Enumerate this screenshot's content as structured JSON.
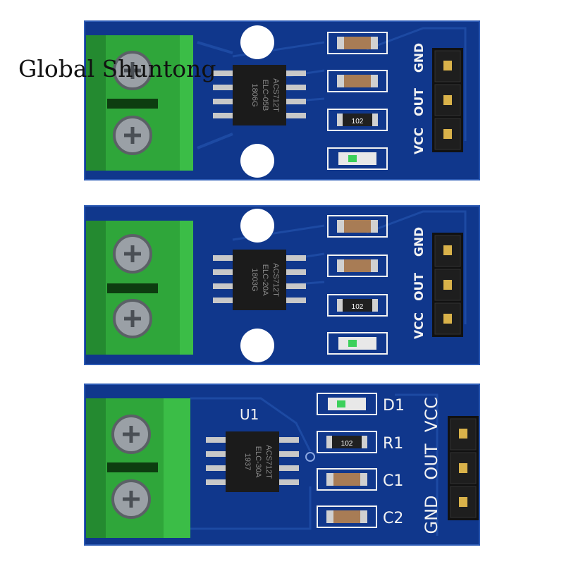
{
  "watermark": "Global Shuntong",
  "colors": {
    "pcb": "#10378c",
    "pcb_edge": "#2d5bb5",
    "trace": "#1d4aa3",
    "terminal": "#2fa63a",
    "terminal_dark": "#1f7c2a",
    "silk": "#f2f2f2",
    "chip": "#1b1b1b",
    "header": "#111111",
    "pin": "#d9b24a"
  },
  "boards": [
    {
      "chip": [
        "ACS712T",
        "ELC-05B",
        "1806G"
      ],
      "resistor": "102",
      "pins": [
        "GND",
        "OUT",
        "VCC"
      ]
    },
    {
      "chip": [
        "ACS712T",
        "ELC-20A",
        "1803G"
      ],
      "resistor": "102",
      "pins": [
        "GND",
        "OUT",
        "VCC"
      ]
    },
    {
      "chip": [
        "ACS712T",
        "ELC-30A",
        "1937"
      ],
      "resistor": "102",
      "chip_label": "U1",
      "parts": [
        "D1",
        "R1",
        "C1",
        "C2"
      ],
      "pins": [
        "VCC",
        "OUT",
        "GND"
      ]
    }
  ]
}
